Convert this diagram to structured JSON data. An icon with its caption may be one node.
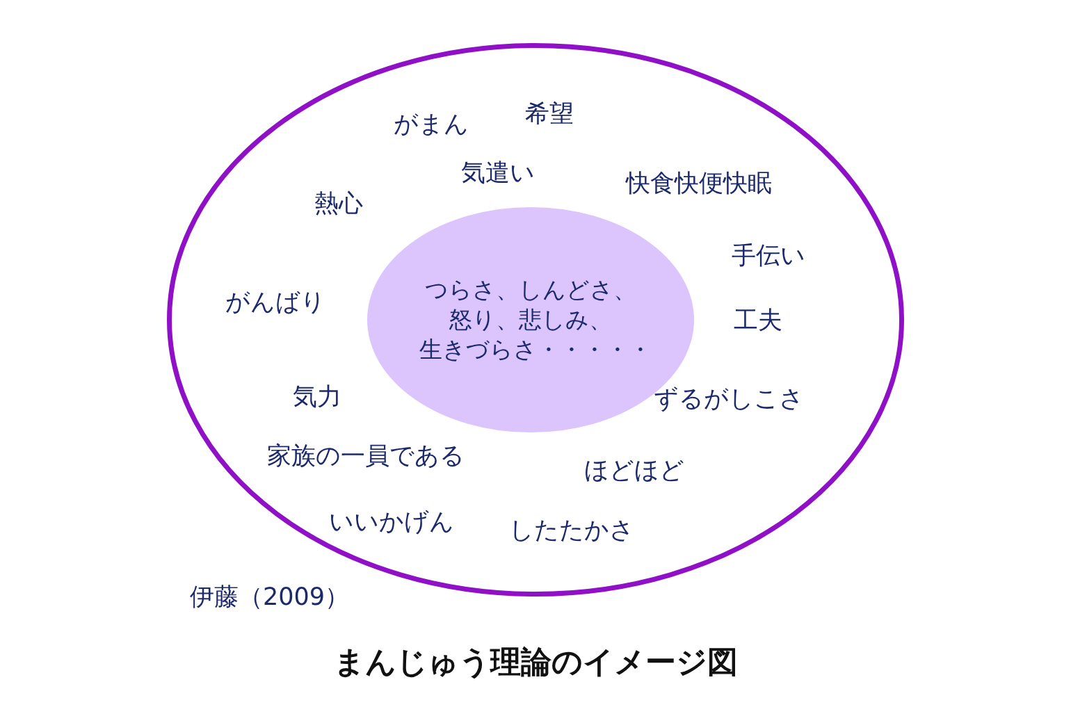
{
  "diagram": {
    "caption": "まんじゅう理論のイメージ図",
    "nodes": [
      {
        "text": [
          "がまん",
          "希望",
          "気遣い",
          "快食快便快眠",
          "熱心",
          "手伝い",
          "がんばり",
          "工夫",
          "気力",
          "ずるがしこさ",
          "家族の一員である",
          "ほどほど",
          "いいかげん",
          "したたかさ"
        ]
      },
      {
        "text": [
          "つらさ、しんどさ、怒り、悲しみ、生きづらさ・・・・・"
        ],
        "in": 0
      }
    ],
    "edges": [],
    "labels": [
      "伊藤（2009）"
    ]
  }
}
